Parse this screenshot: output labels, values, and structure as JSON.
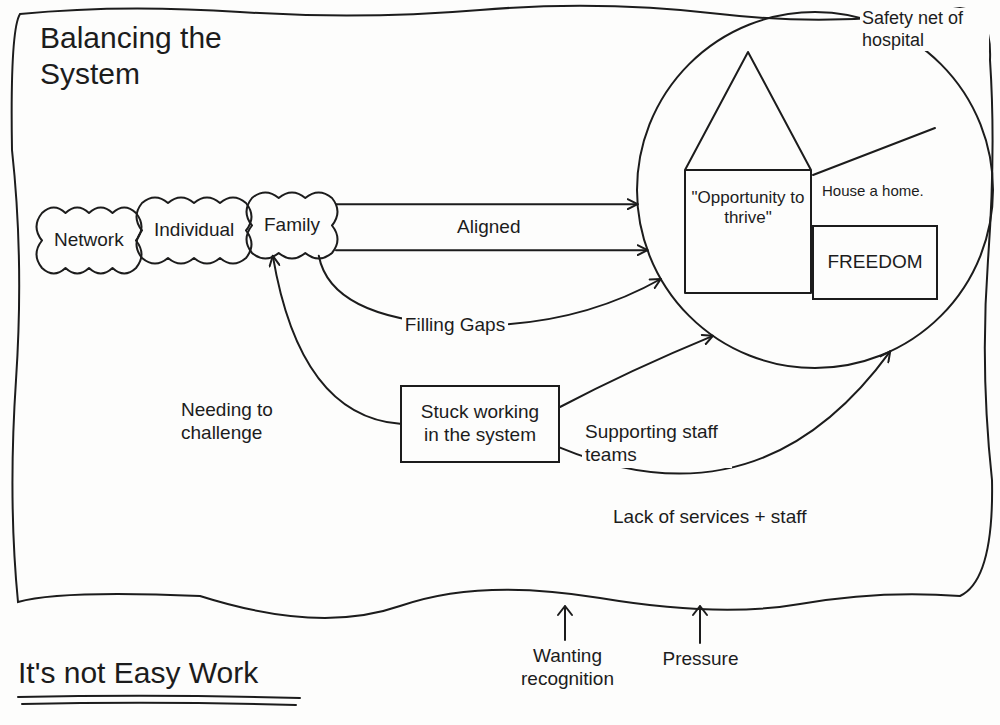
{
  "diagram": {
    "title": "Balancing the System",
    "nodes": [
      {
        "text": [
          "Network"
        ]
      },
      {
        "text": [
          "Individual"
        ]
      },
      {
        "text": [
          "Family"
        ]
      },
      {
        "text": [
          "Safety net of hospital"
        ]
      },
      {
        "text": [
          "\"Opportunity to thrive\""
        ],
        "in": 3
      },
      {
        "text": [
          "FREEDOM"
        ],
        "in": 3
      },
      {
        "text": [
          "Stuck working in the system"
        ]
      }
    ],
    "edges": [
      {
        "from": 2,
        "to": 3,
        "arrow": "to",
        "label": "Aligned"
      },
      {
        "from": 2,
        "to": 3,
        "arrow": "to"
      },
      {
        "from": 2,
        "to": 3,
        "arrow": "to",
        "label": "Filling Gaps"
      },
      {
        "from": 6,
        "to": 2,
        "arrow": "to",
        "label": "Needing to challenge"
      },
      {
        "from": 6,
        "to": 3,
        "arrow": "to",
        "label": "Supporting staff teams"
      },
      {
        "from": 6,
        "to": 3,
        "arrow": "to",
        "label": "Lack of services + staff"
      }
    ],
    "labels": [
      "House a home.",
      "Wanting recognition",
      "Pressure",
      "It's not Easy Work"
    ]
  }
}
